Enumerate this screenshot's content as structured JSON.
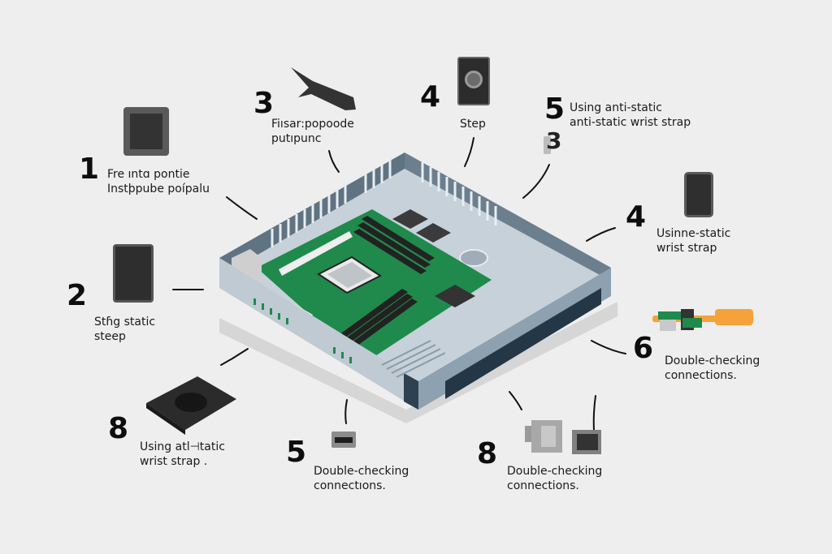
{
  "background": "#eeeeee",
  "colors": {
    "case_light": "#c9d3dc",
    "case_dark": "#5b6f7e",
    "case_edge": "#2e4150",
    "pcb_green": "#1f8a4c",
    "ram_black": "#222222",
    "accent_orange": "#f6a23a",
    "icon_gray": "#4a4a4a"
  },
  "center": {
    "subject": "Open mini-PC case with motherboard",
    "components": [
      "cpu-socket",
      "ram-slots",
      "pci-slots",
      "chipset",
      "io-ports",
      "vents",
      "ssd-bay"
    ]
  },
  "callouts": [
    {
      "id": "c1",
      "number": "1",
      "lines": [
        "Fre ıntɑ pontie",
        "Instþpube poípalu"
      ],
      "icon": "motherboard-chip-icon"
    },
    {
      "id": "c2",
      "number": "2",
      "lines": [
        "Stɦg static",
        "steep"
      ],
      "icon": "tablet-icon"
    },
    {
      "id": "c3",
      "number": "3",
      "lines": [
        "Fiısar:popoode",
        "putıpunc"
      ],
      "icon": "tool-blade-icon"
    },
    {
      "id": "c4a",
      "number": "4",
      "lines": [
        "Step"
      ],
      "icon": "power-button-icon"
    },
    {
      "id": "c5a",
      "number": "5",
      "lines": [
        "Using anti-static",
        "anti-static wrist strap"
      ],
      "icon": "clip-icon",
      "sub_number": "3"
    },
    {
      "id": "c4b",
      "number": "4",
      "lines": [
        "Usinne-static",
        "wrist strap"
      ],
      "icon": "phone-icon"
    },
    {
      "id": "c6",
      "number": "6",
      "lines": [
        "Double-checking",
        "connections."
      ],
      "icon": "screwdriver-connector-icon"
    },
    {
      "id": "c8a",
      "number": "8",
      "lines": [
        "Using atl⊣tatic",
        "wrist strap ."
      ],
      "icon": "antistatic-mat-icon"
    },
    {
      "id": "c5b",
      "number": "5",
      "lines": [
        "Double-checking",
        "connectıons."
      ],
      "icon": "usb-port-icon"
    },
    {
      "id": "c8b",
      "number": "8",
      "lines": [
        "Double-checking",
        "connections."
      ],
      "icon": "connector-module-icon"
    }
  ]
}
